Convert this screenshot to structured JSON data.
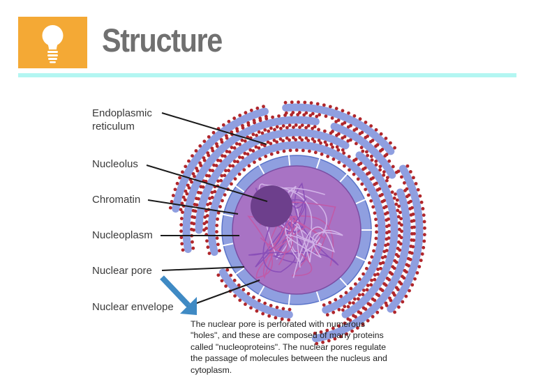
{
  "slide": {
    "title": "Structure",
    "title_icon": "lightbulb-icon",
    "colors": {
      "icon_box": "#f4a935",
      "title_text": "#707070",
      "rule": "#b3f6f2",
      "arrow": "#3f8ac4",
      "er_membrane": "#8f9fe0",
      "ribosome": "#b0262b",
      "nucleus": "#a873c4",
      "nucleolus": "#6d3f8c"
    }
  },
  "diagram": {
    "labels": [
      {
        "id": "endoplasmic-reticulum",
        "text_line1": "Endoplasmic",
        "text_line2": "reticulum"
      },
      {
        "id": "nucleolus",
        "text": "Nucleolus"
      },
      {
        "id": "chromatin",
        "text": "Chromatin"
      },
      {
        "id": "nucleoplasm",
        "text": "Nucleoplasm"
      },
      {
        "id": "nuclear-pore",
        "text": "Nuclear pore"
      },
      {
        "id": "nuclear-envelope",
        "text": "Nuclear envelope"
      }
    ],
    "callout": {
      "arrow_icon": "arrow-down-right-icon",
      "text": "The nuclear pore is perforated with numerous \"holes\", and these are composed of many proteins called \"nucleoproteins\". The nuclear pores regulate the passage of molecules between the nucleus and cytoplasm."
    }
  }
}
